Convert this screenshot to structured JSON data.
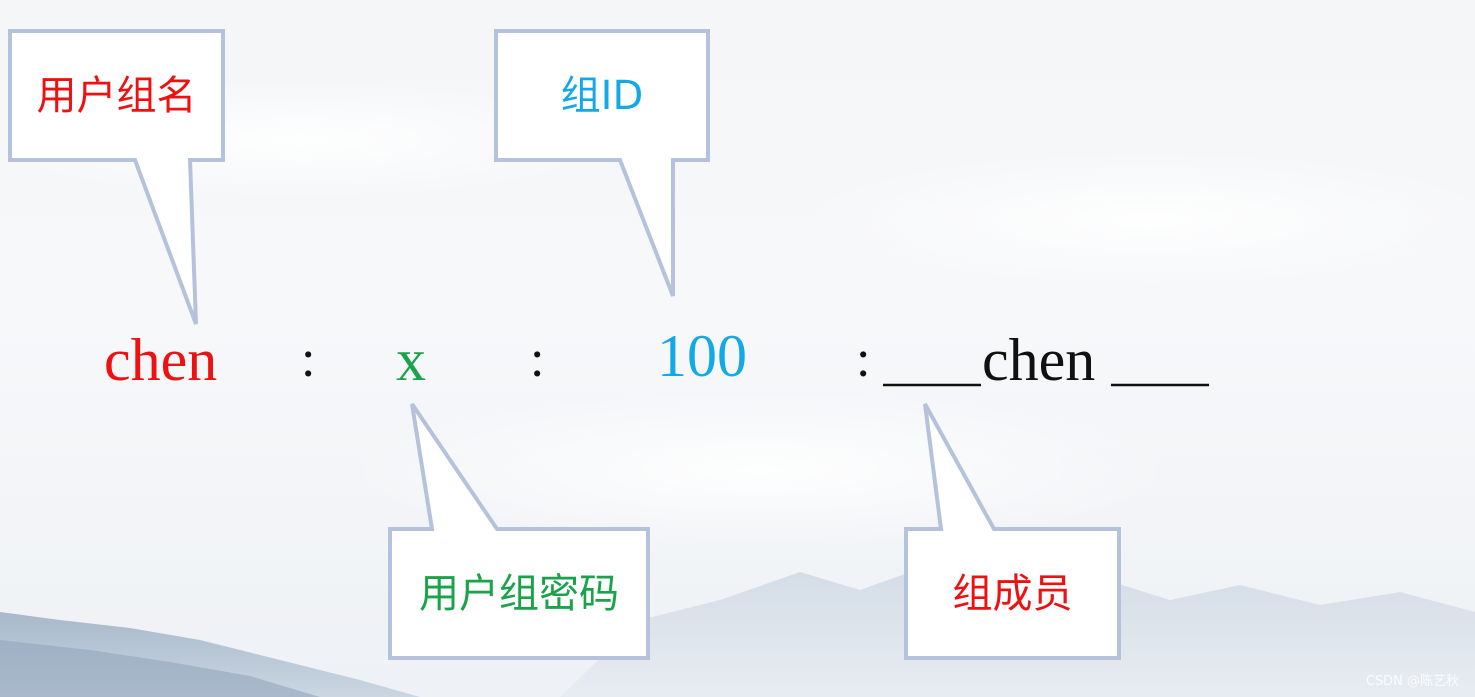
{
  "colors": {
    "red": "#ee1111",
    "green": "#1aa34a",
    "blue": "#13a8e6",
    "black": "#111111",
    "callout_border": "#b4c2dc",
    "callout_fill": "#ffffff"
  },
  "record": {
    "group_name": "chen",
    "separator": ":",
    "password": "x",
    "gid": "100",
    "members": "chen"
  },
  "callouts": {
    "group_name": "用户组名",
    "gid": "组ID",
    "password": "用户组密码",
    "members": "组成员"
  },
  "watermark": "CSDN @陈艺秋"
}
